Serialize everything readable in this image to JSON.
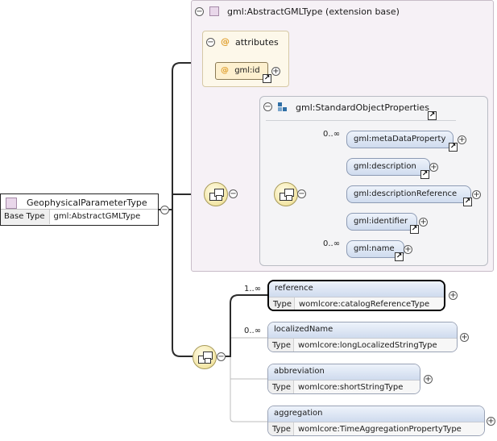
{
  "root": {
    "name": "GeophysicalParameterType",
    "base_label": "Base Type",
    "base_value": "gml:AbstractGMLType"
  },
  "extension": {
    "title": "gml:AbstractGMLType (extension base)"
  },
  "attributes": {
    "title": "attributes",
    "items": [
      {
        "name": "gml:id"
      }
    ]
  },
  "group": {
    "title": "gml:StandardObjectProperties",
    "elements": [
      {
        "name": "gml:metaDataProperty",
        "occurs": "0..∞"
      },
      {
        "name": "gml:description",
        "occurs": ""
      },
      {
        "name": "gml:descriptionReference",
        "occurs": ""
      },
      {
        "name": "gml:identifier",
        "occurs": ""
      },
      {
        "name": "gml:name",
        "occurs": "0..∞"
      }
    ]
  },
  "sequence": {
    "elements": [
      {
        "name": "reference",
        "occurs": "1..∞",
        "type_label": "Type",
        "type_value": "womlcore:catalogReferenceType"
      },
      {
        "name": "localizedName",
        "occurs": "0..∞",
        "type_label": "Type",
        "type_value": "womlcore:longLocalizedStringType"
      },
      {
        "name": "abbreviation",
        "occurs": "",
        "type_label": "Type",
        "type_value": "womlcore:shortStringType"
      },
      {
        "name": "aggregation",
        "occurs": "",
        "type_label": "Type",
        "type_value": "womlcore:TimeAggregationPropertyType"
      }
    ]
  },
  "icons": {
    "collapse": "⊖",
    "expand": "⊕",
    "link": "↗",
    "attribute": "@",
    "collapse_icon": "collapse-icon",
    "expand_icon": "expand-icon",
    "sequence_icon": "sequence-compositor-icon",
    "group_icon": "group-icon",
    "link_icon": "reference-link-icon",
    "attribute_icon": "attribute-icon",
    "type_icon": "complex-type-icon"
  }
}
